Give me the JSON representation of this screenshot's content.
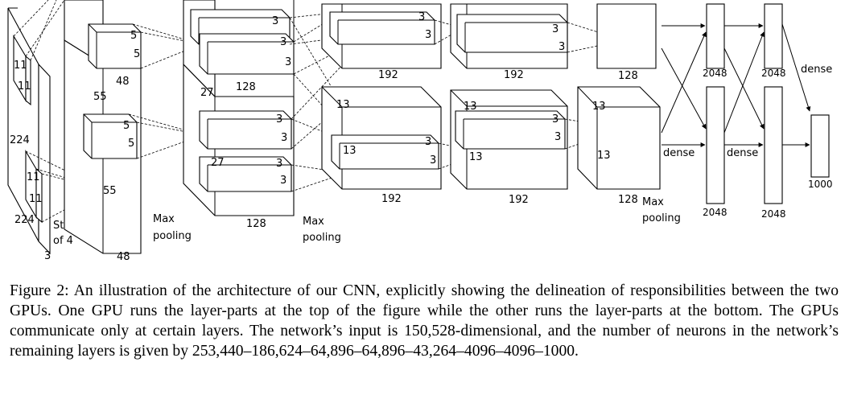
{
  "figure": {
    "input": {
      "dim_w": "224",
      "dim_h": "224",
      "channels": "3",
      "kernel_a": "11",
      "kernel_b": "11",
      "kernel_c": "11",
      "kernel_d": "11",
      "stride": "Stride",
      "stride_of": "of 4"
    },
    "conv1": {
      "dim_a": "55",
      "dim_b": "55",
      "depth_top": "48",
      "depth_bottom": "48",
      "kernel_top_a": "5",
      "kernel_top_b": "5",
      "kernel_bot_a": "5",
      "kernel_bot_b": "5"
    },
    "pool1": {
      "label_1": "Max",
      "label_2": "pooling"
    },
    "conv2": {
      "dim_a": "27",
      "dim_b": "27",
      "depth_top": "128",
      "depth_bottom": "128",
      "k1": "3",
      "k2": "3",
      "k3": "3",
      "k4": "3",
      "k5": "3",
      "k6": "3"
    },
    "pool2": {
      "label_1": "Max",
      "label_2": "pooling"
    },
    "conv3": {
      "dim_top": "13",
      "dim_bottom": "13",
      "depth_top": "192",
      "depth_bottom": "192",
      "k1": "3",
      "k2": "3",
      "k3": "3",
      "k4": "3"
    },
    "conv4": {
      "dim_top": "13",
      "dim_bottom": "13",
      "depth_top": "192",
      "depth_bottom": "192",
      "k1": "3",
      "k2": "3",
      "k3": "3",
      "k4": "3"
    },
    "conv5": {
      "dim_top": "13",
      "dim_bottom": "13",
      "depth_top": "128",
      "depth_bottom": "128"
    },
    "pool3": {
      "label_1": "Max",
      "label_2": "pooling"
    },
    "fc": {
      "dense_1": "dense",
      "dense_2": "dense",
      "dense_3": "dense",
      "fc6_top": "2048",
      "fc6_bottom": "2048",
      "fc7_top": "2048",
      "fc7_bottom": "2048",
      "out": "1000"
    }
  },
  "caption": {
    "label": "Figure 2:",
    "text": " An illustration of the architecture of our CNN, explicitly showing the delineation of responsibilities between the two GPUs. One GPU runs the layer-parts at the top of the figure while the other runs the layer-parts at the bottom. The GPUs communicate only at certain layers. The network’s input is 150,528-dimensional, and the number of neurons in the network’s remaining layers is given by 253,440–186,624–64,896–64,896–43,264–4096–4096–1000."
  }
}
